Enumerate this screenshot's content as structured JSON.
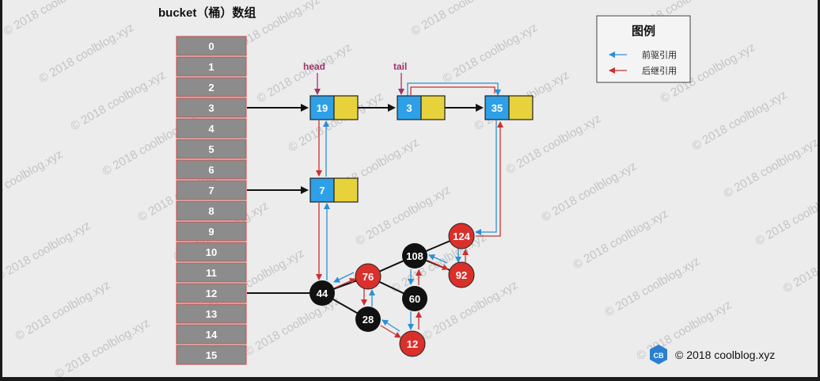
{
  "title": "bucket（桶）数组",
  "buckets": [
    "0",
    "1",
    "2",
    "3",
    "4",
    "5",
    "6",
    "7",
    "8",
    "9",
    "10",
    "11",
    "12",
    "13",
    "14",
    "15"
  ],
  "list_nodes": [
    "19",
    "3",
    "35",
    "7"
  ],
  "labels": {
    "head": "head",
    "tail": "tail"
  },
  "tree_nodes": {
    "n124": "124",
    "n108": "108",
    "n92": "92",
    "n76": "76",
    "n60": "60",
    "n44": "44",
    "n28": "28",
    "n12": "12"
  },
  "legend": {
    "title": "图例",
    "prev": "前驱引用",
    "next": "后继引用"
  },
  "footer": {
    "logo": "CB",
    "text": "© 2018 coolblog.xyz"
  },
  "watermark": "© 2018 coolblog.xyz",
  "colors": {
    "prev_arrow": "#2a8fd6",
    "next_arrow": "#cc2f2f",
    "red_node": "#d9302b",
    "black_node": "#111111"
  }
}
